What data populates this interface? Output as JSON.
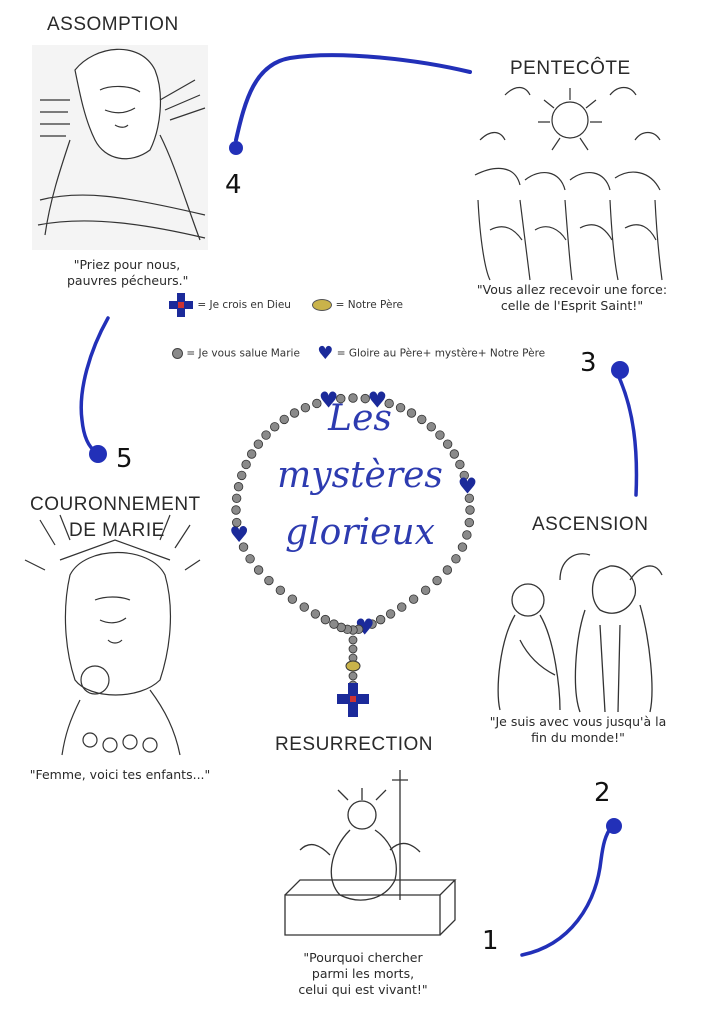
{
  "title_lines": [
    "Les",
    "mystères",
    "glorieux"
  ],
  "legend": {
    "cross": "= Je crois en Dieu",
    "oval": "= Notre Père",
    "bead": "= Je vous salue Marie",
    "heart": "= Gloire au Père+ mystère+ Notre Père"
  },
  "panels": {
    "assomption": {
      "title": "ASSOMPTION",
      "caption1": "\"Priez pour nous,",
      "caption2": "pauvres pécheurs.\""
    },
    "pentecote": {
      "title": "PENTECÔTE",
      "caption1": "\"Vous allez recevoir une force:",
      "caption2": "celle de l'Esprit Saint!\""
    },
    "ascension": {
      "title": "ASCENSION",
      "caption1": "\"Je suis avec vous jusqu'à la",
      "caption2": "fin du monde!\""
    },
    "couronnement": {
      "title1": "COURONNEMENT",
      "title2": "DE MARIE",
      "caption1": "\"Femme, voici tes enfants...\""
    },
    "resurrection": {
      "title": "RESURRECTION",
      "caption1": "\"Pourquoi chercher",
      "caption2": "parmi les morts,",
      "caption3": "celui qui est vivant!\""
    }
  },
  "numbers": [
    "1",
    "2",
    "3",
    "4",
    "5"
  ],
  "colors": {
    "ink_blue": "#2230b8",
    "title_blue": "#2d3bb0",
    "bead_gray": "#8a8a8a",
    "heart_blue": "#1b2a9a"
  }
}
